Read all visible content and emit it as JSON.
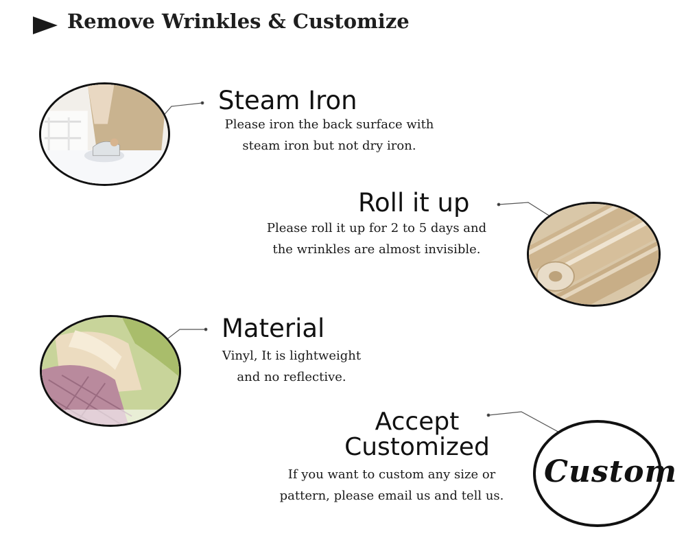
{
  "header": {
    "title": "Remove Wrinkles & Customize",
    "arrow_icon": "play-triangle-icon"
  },
  "sections": [
    {
      "heading": "Steam Iron",
      "lines": [
        "Please iron the back surface with",
        "steam iron but not dry iron."
      ],
      "image": "steam-iron-photo"
    },
    {
      "heading": "Roll it up",
      "lines": [
        "Please roll it up for 2 to 5 days and",
        "the wrinkles are almost invisible."
      ],
      "image": "rolled-vinyl-photo"
    },
    {
      "heading": "Material",
      "lines": [
        "Vinyl, It is lightweight",
        "and no reflective."
      ],
      "image": "vinyl-fabric-photo"
    },
    {
      "heading_lines": [
        "Accept",
        "Customized"
      ],
      "lines": [
        "If you want to custom any size or",
        "pattern, please email us and tell us."
      ],
      "image_text": "Custom"
    }
  ],
  "colors": {
    "text": "#111111",
    "background": "#ffffff"
  }
}
